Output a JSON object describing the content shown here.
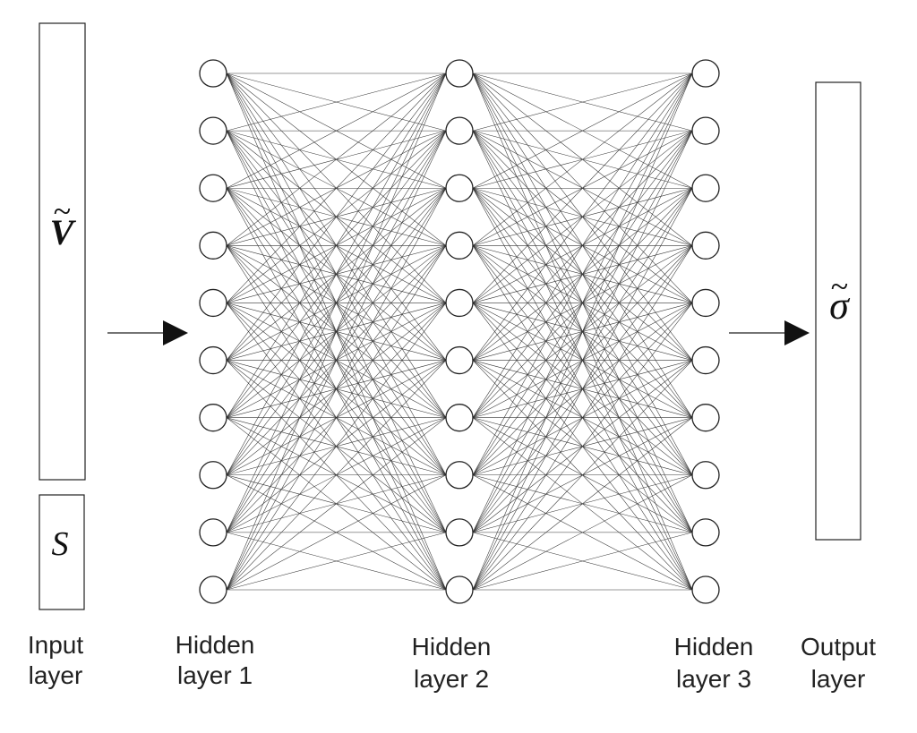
{
  "colors": {
    "stroke": "#222222",
    "edge": "#333333",
    "background": "#ffffff"
  },
  "input": {
    "vector_symbol": "V",
    "vector_accent": "~",
    "scalar_symbol": "S"
  },
  "output": {
    "symbol": "σ",
    "accent": "~"
  },
  "layers": [
    {
      "id": "hidden-1",
      "nodes": 10
    },
    {
      "id": "hidden-2",
      "nodes": 10
    },
    {
      "id": "hidden-3",
      "nodes": 10
    }
  ],
  "labels": {
    "input": [
      "Input",
      "layer"
    ],
    "hidden1": [
      "Hidden",
      "layer 1"
    ],
    "hidden2": [
      "Hidden",
      "layer 2"
    ],
    "hidden3": [
      "Hidden",
      "layer 3"
    ],
    "output": [
      "Output",
      "layer"
    ]
  }
}
